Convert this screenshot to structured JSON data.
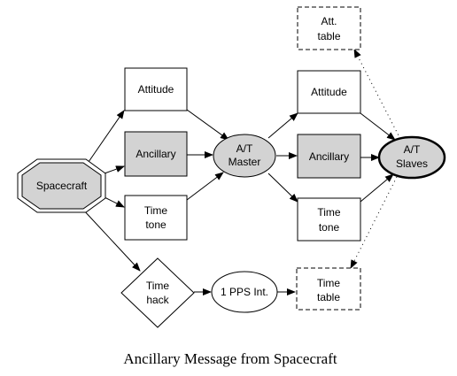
{
  "caption": "Ancillary Message from Spacecraft",
  "nodes": {
    "spacecraft": "Spacecraft",
    "attitude_left": "Attitude",
    "ancillary_left": "Ancillary",
    "time_tone_left": [
      "Time",
      "tone"
    ],
    "at_master": [
      "A/T",
      "Master"
    ],
    "attitude_right": "Attitude",
    "ancillary_right": "Ancillary",
    "time_tone_right": [
      "Time",
      "tone"
    ],
    "at_slaves": [
      "A/T",
      "Slaves"
    ],
    "att_table": [
      "Att.",
      "table"
    ],
    "time_hack": [
      "Time",
      "hack"
    ],
    "pps_int": "1 PPS Int.",
    "time_table": [
      "Time",
      "table"
    ]
  },
  "colors": {
    "shaded_fill": "#d3d3d3",
    "line": "#000000"
  }
}
